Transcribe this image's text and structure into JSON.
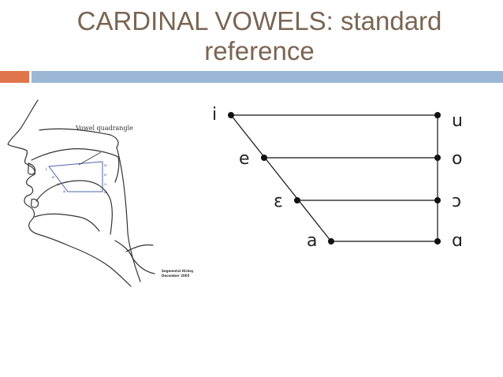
{
  "slide": {
    "title_line1": "CARDINAL VOWELS: standard",
    "title_line2": "reference",
    "accent_orange": "#e0744a",
    "accent_blue": "#9ab8d6",
    "title_color": "#7a6552"
  },
  "sagittal_figure": {
    "label": "Vowel quadrangle",
    "credit_line1": "Segmental Hickey",
    "credit_line2": "December 2005",
    "marks": [
      "i",
      "e",
      "ε",
      "a",
      "u",
      "o",
      "ɔ",
      "ɑ"
    ]
  },
  "quadrilateral": {
    "front": [
      {
        "symbol": "i"
      },
      {
        "symbol": "e"
      },
      {
        "symbol": "ε"
      },
      {
        "symbol": "a"
      }
    ],
    "back": [
      {
        "symbol": "u"
      },
      {
        "symbol": "o"
      },
      {
        "symbol": "ɔ"
      },
      {
        "symbol": "ɑ"
      }
    ]
  }
}
